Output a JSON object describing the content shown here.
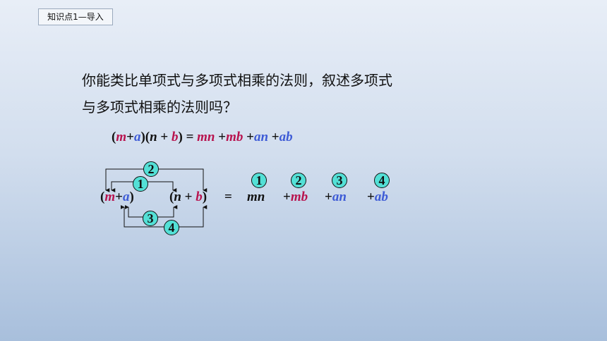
{
  "tag": "知识点1—导入",
  "question": {
    "line1": "你能类比单项式与多项式相乘的法则，叙述多项式",
    "line2": "与多项式相乘的法则吗？"
  },
  "formula": {
    "lp1": "(",
    "m": "m",
    "plus1": "+",
    "a": "a",
    "rp1": ")",
    "lp2": "(",
    "n": "n",
    "plus2": " + ",
    "b": "b",
    "rp2": ")",
    "eq": " = ",
    "mn": "mn",
    "plus_mb": " +",
    "mb": "mb",
    "plus_an": " +",
    "an": "an",
    "plus_ab": "  +",
    "ab": "ab"
  },
  "diagram": {
    "left_open": "(",
    "m": "m",
    "plus": "+",
    "a": "a",
    "left_close": ")",
    "right_open": "(",
    "n": "n",
    "plus2": " + ",
    "b": "b",
    "right_close": ")",
    "equals": "=",
    "terms": {
      "mn": "mn",
      "mb_plus": "+",
      "mb": "mb",
      "an_plus": "+",
      "an": "an",
      "ab_plus": "+",
      "ab": "ab"
    },
    "markers": [
      "1",
      "2",
      "3",
      "4"
    ]
  },
  "colors": {
    "red": "#b8134e",
    "blue": "#3d5bd6",
    "marker": "#53e0d6"
  }
}
